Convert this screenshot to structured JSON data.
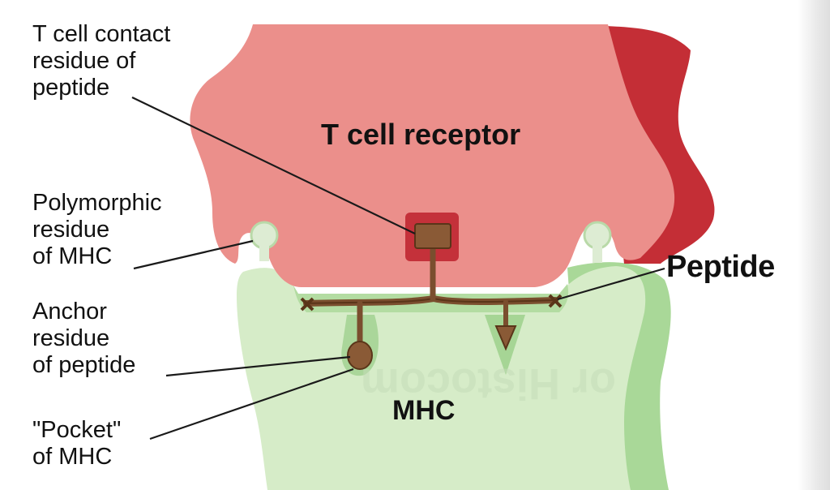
{
  "labels": {
    "tcell_contact": [
      "T cell contact",
      "residue of",
      "peptide"
    ],
    "receptor": "T cell receptor",
    "polymorphic": [
      "Polymorphic",
      "residue",
      "of MHC"
    ],
    "anchor": [
      "Anchor",
      "residue",
      "of peptide"
    ],
    "pocket": [
      "\"Pocket\"",
      "of MHC"
    ],
    "peptide": "Peptide",
    "mhc": "MHC"
  },
  "colors": {
    "receptor_fill": "#eb8f8b",
    "receptor_shadow": "#c42e36",
    "mhc_fill": "#d6ecc8",
    "mhc_shadow": "#a9d898",
    "peptide": "#7a4e2e",
    "knob": "#ddecd3"
  }
}
